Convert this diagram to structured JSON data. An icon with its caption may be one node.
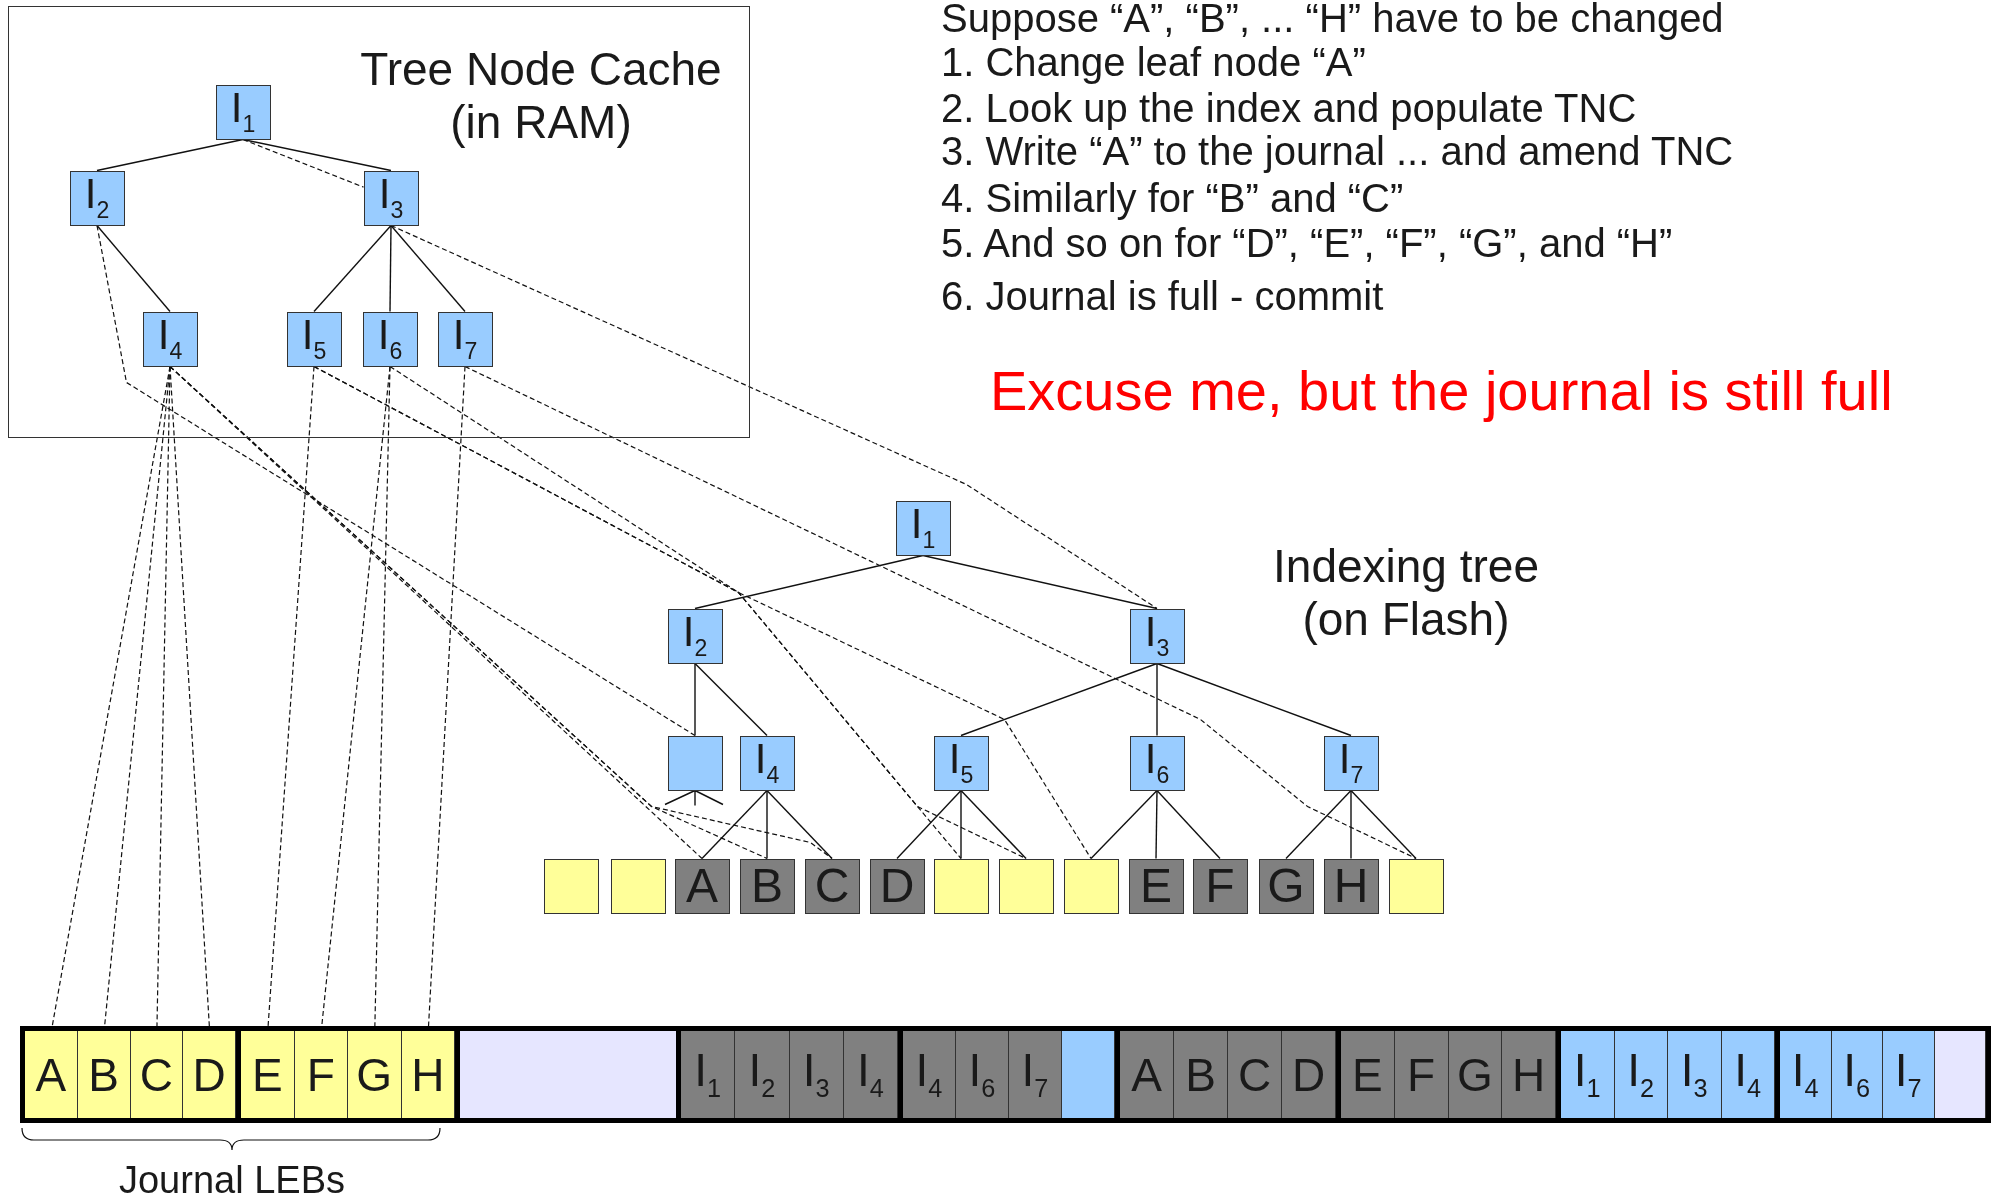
{
  "diagram": {
    "nodes": [
      {
        "text": [
          "Tree Node Cache (in RAM)"
        ]
      },
      {
        "text": [
          "I$_{1}$"
        ],
        "in": 0
      },
      {
        "text": [
          "I$_{2}$"
        ],
        "in": 0
      },
      {
        "text": [
          "I$_{3}$"
        ],
        "in": 0
      },
      {
        "text": [
          "I$_{4}$"
        ],
        "in": 0
      },
      {
        "text": [
          "I$_{5}$"
        ],
        "in": 0
      },
      {
        "text": [
          "I$_{6}$"
        ],
        "in": 0
      },
      {
        "text": [
          "I$_{7}$"
        ],
        "in": 0
      },
      {
        "text": [
          "I$_{1}$"
        ]
      },
      {
        "text": [
          "I$_{2}$"
        ]
      },
      {
        "text": [
          "I$_{3}$"
        ]
      },
      {
        "text": [],
        "shape": "box"
      },
      {
        "text": [
          "I$_{4}$"
        ]
      },
      {
        "text": [
          "I$_{5}$"
        ]
      },
      {
        "text": [
          "I$_{6}$"
        ]
      },
      {
        "text": [
          "I$_{7}$"
        ]
      },
      {
        "text": [],
        "shape": "box"
      },
      {
        "text": [],
        "shape": "box"
      },
      {
        "text": [
          "A"
        ]
      },
      {
        "text": [
          "B"
        ]
      },
      {
        "text": [
          "C"
        ]
      },
      {
        "text": [
          "D"
        ]
      },
      {
        "text": [],
        "shape": "box"
      },
      {
        "text": [],
        "shape": "box"
      },
      {
        "text": [],
        "shape": "box"
      },
      {
        "text": [
          "E"
        ]
      },
      {
        "text": [
          "F"
        ]
      },
      {
        "text": [
          "G"
        ]
      },
      {
        "text": [
          "H"
        ]
      },
      {
        "text": [],
        "shape": "box"
      },
      {
        "text": [],
        "shape": "box"
      },
      {
        "text": [
          "A"
        ],
        "in": 30
      },
      {
        "text": [
          "B"
        ],
        "in": 30
      },
      {
        "text": [
          "C"
        ],
        "in": 30
      },
      {
        "text": [
          "D"
        ],
        "in": 30
      },
      {
        "text": [],
        "shape": "box"
      },
      {
        "text": [
          "E"
        ],
        "in": 35
      },
      {
        "text": [
          "F"
        ],
        "in": 35
      },
      {
        "text": [
          "G"
        ],
        "in": 35
      },
      {
        "text": [
          "H"
        ],
        "in": 35
      },
      {
        "text": [],
        "shape": "box"
      },
      {
        "text": [],
        "shape": "box"
      },
      {
        "text": [
          "I$_{1}$"
        ],
        "in": 41
      },
      {
        "text": [
          "I$_{2}$"
        ],
        "in": 41
      },
      {
        "text": [
          "I$_{3}$"
        ],
        "in": 41
      },
      {
        "text": [
          "I$_{4}$"
        ],
        "in": 41
      },
      {
        "text": [],
        "shape": "box"
      },
      {
        "text": [
          "I$_{4}$"
        ],
        "in": 46
      },
      {
        "text": [
          "I$_{6}$"
        ],
        "in": 46
      },
      {
        "text": [
          "I$_{7}$"
        ],
        "in": 46
      },
      {
        "text": [],
        "shape": "box",
        "in": 46
      },
      {
        "text": [],
        "shape": "box"
      },
      {
        "text": [
          "A"
        ],
        "in": 51
      },
      {
        "text": [
          "B"
        ],
        "in": 51
      },
      {
        "text": [
          "C"
        ],
        "in": 51
      },
      {
        "text": [
          "D"
        ],
        "in": 51
      },
      {
        "text": [],
        "shape": "box"
      },
      {
        "text": [
          "E"
        ],
        "in": 56
      },
      {
        "text": [
          "F"
        ],
        "in": 56
      },
      {
        "text": [
          "G"
        ],
        "in": 56
      },
      {
        "text": [
          "H"
        ],
        "in": 56
      },
      {
        "text": [],
        "shape": "box"
      },
      {
        "text": [
          "I$_{1}$"
        ],
        "in": 61
      },
      {
        "text": [
          "I$_{2}$"
        ],
        "in": 61
      },
      {
        "text": [
          "I$_{3}$"
        ],
        "in": 61
      },
      {
        "text": [
          "I$_{4}$"
        ],
        "in": 61
      },
      {
        "text": [],
        "shape": "box"
      },
      {
        "text": [
          "I$_{4}$"
        ],
        "in": 66
      },
      {
        "text": [
          "I$_{6}$"
        ],
        "in": 66
      },
      {
        "text": [
          "I$_{7}$"
        ],
        "in": 66
      },
      {
        "text": [],
        "shape": "box",
        "in": 66
      }
    ],
    "edges": [
      {
        "from": 1,
        "to": 2,
        "arrow": "none"
      },
      {
        "from": 1,
        "to": 3,
        "arrow": "none"
      },
      {
        "from": 2,
        "to": 4,
        "arrow": "none"
      },
      {
        "from": 3,
        "to": 5,
        "arrow": "none"
      },
      {
        "from": 3,
        "to": 6,
        "arrow": "none"
      },
      {
        "from": 3,
        "to": 7,
        "arrow": "none"
      },
      {
        "from": 8,
        "to": 9,
        "arrow": "none"
      },
      {
        "from": 8,
        "to": 10,
        "arrow": "none"
      },
      {
        "from": 9,
        "to": 11,
        "arrow": "none"
      },
      {
        "from": 9,
        "to": 12,
        "arrow": "none"
      },
      {
        "from": 10,
        "to": 13,
        "arrow": "none"
      },
      {
        "from": 10,
        "to": 14,
        "arrow": "none"
      },
      {
        "from": 10,
        "to": 15,
        "arrow": "none"
      },
      {
        "from": 12,
        "to": 18,
        "arrow": "none"
      },
      {
        "from": 12,
        "to": 19,
        "arrow": "none"
      },
      {
        "from": 12,
        "to": 20,
        "arrow": "none"
      },
      {
        "from": 13,
        "to": 21,
        "arrow": "none"
      },
      {
        "from": 13,
        "to": 22,
        "arrow": "none"
      },
      {
        "from": 13,
        "to": 23,
        "arrow": "none"
      },
      {
        "from": 14,
        "to": 24,
        "arrow": "none"
      },
      {
        "from": 14,
        "to": 25,
        "arrow": "none"
      },
      {
        "from": 14,
        "to": 26,
        "arrow": "none"
      },
      {
        "from": 15,
        "to": 27,
        "arrow": "none"
      },
      {
        "from": 15,
        "to": 28,
        "arrow": "none"
      },
      {
        "from": 15,
        "to": 29,
        "arrow": "none"
      },
      {
        "from": 1,
        "to": 3,
        "arrow": "none",
        "style": "dashed"
      },
      {
        "from": 3,
        "to": 10,
        "arrow": "none",
        "style": "dashed"
      },
      {
        "from": 2,
        "to": 11,
        "arrow": "none",
        "style": "dashed"
      },
      {
        "from": 4,
        "to": 18,
        "arrow": "none",
        "style": "dashed"
      },
      {
        "from": 4,
        "to": 19,
        "arrow": "none",
        "style": "dashed"
      },
      {
        "from": 4,
        "to": 20,
        "arrow": "none",
        "style": "dashed"
      },
      {
        "from": 4,
        "to": 31,
        "arrow": "none",
        "style": "dashed"
      },
      {
        "from": 4,
        "to": 32,
        "arrow": "none",
        "style": "dashed"
      },
      {
        "from": 4,
        "to": 33,
        "arrow": "none",
        "style": "dashed"
      },
      {
        "from": 4,
        "to": 34,
        "arrow": "none",
        "style": "dashed"
      },
      {
        "from": 5,
        "to": 22,
        "arrow": "none",
        "style": "dashed"
      },
      {
        "from": 5,
        "to": 23,
        "arrow": "none",
        "style": "dashed"
      },
      {
        "from": 5,
        "to": 36,
        "arrow": "none",
        "style": "dashed"
      },
      {
        "from": 6,
        "to": 24,
        "arrow": "none",
        "style": "dashed"
      },
      {
        "from": 6,
        "to": 37,
        "arrow": "none",
        "style": "dashed"
      },
      {
        "from": 6,
        "to": 38,
        "arrow": "none",
        "style": "dashed"
      },
      {
        "from": 7,
        "to": 29,
        "arrow": "none",
        "style": "dashed"
      },
      {
        "from": 7,
        "to": 39,
        "arrow": "none",
        "style": "dashed"
      }
    ],
    "labels": [
      "Suppose  “A”, “B”, ... “H” have to be changed",
      "1. Change leaf node “A”",
      "2. Look up the index and populate TNC",
      "3. Write “A” to the journal  ... and amend TNC",
      "4. Similarly for “B” and “C”",
      "5. And so on for “D”, “E”, “F”, “G”, and “H”",
      "6. Journal is full - commit",
      "Excuse me, but the journal is still full",
      "Indexing tree (on Flash)",
      "Journal LEBs"
    ]
  }
}
